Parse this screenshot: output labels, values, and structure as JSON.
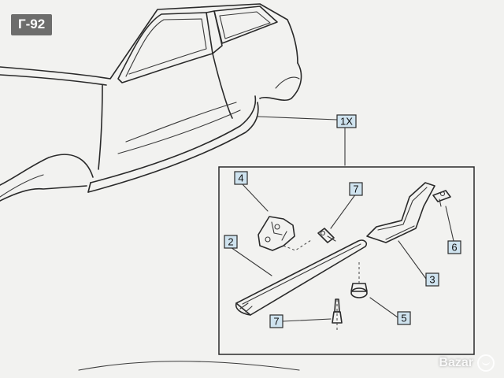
{
  "listing_badge": "Г-92",
  "diagram": {
    "group_callout": "1X",
    "callouts": [
      {
        "id": "callout-4",
        "label": "4",
        "part": "hinge-bracket"
      },
      {
        "id": "callout-7-top",
        "label": "7",
        "part": "clip-fastener"
      },
      {
        "id": "callout-2",
        "label": "2",
        "part": "sill-trim-strip"
      },
      {
        "id": "callout-6",
        "label": "6",
        "part": "push-clip"
      },
      {
        "id": "callout-3",
        "label": "3",
        "part": "rear-end-cap"
      },
      {
        "id": "callout-5",
        "label": "5",
        "part": "nut-washer"
      },
      {
        "id": "callout-7-bottom",
        "label": "7",
        "part": "clip-fastener"
      }
    ]
  },
  "watermark": {
    "text": "Bazar",
    "color": "#ffffff"
  },
  "colors": {
    "paper": "#f2f2f0",
    "ink": "#2a2a2a",
    "callout_fill": "#cfe3ef"
  }
}
